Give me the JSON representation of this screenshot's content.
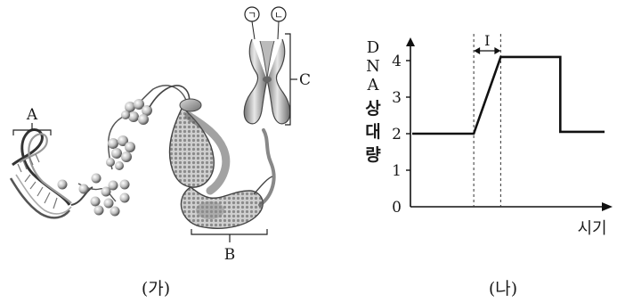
{
  "panel_ga": {
    "caption": "(가)",
    "label_a": "A",
    "label_b": "B",
    "label_c": "C",
    "label_giyeok": "ㄱ",
    "label_nieun": "ㄴ"
  },
  "panel_na": {
    "caption": "(나)",
    "y_axis_label": [
      "D",
      "N",
      "A",
      "상",
      "대",
      "량"
    ],
    "x_axis_label": "시기",
    "interval_label": "I"
  },
  "chart_data": {
    "type": "line",
    "title": "",
    "xlabel": "시기",
    "ylabel": "DNA 상대량",
    "yticks": [
      "0",
      "1",
      "2",
      "3",
      "4"
    ],
    "ylim": [
      0,
      4.5
    ],
    "xlim": [
      0,
      10
    ],
    "series": [
      {
        "x": [
          0,
          3.2,
          4.6,
          7.7,
          7.7,
          10
        ],
        "y": [
          2,
          2,
          4.1,
          4.1,
          2.05,
          2.05
        ]
      }
    ],
    "markers": [
      {
        "label": "I",
        "from": 3.2,
        "to": 4.6
      }
    ]
  }
}
